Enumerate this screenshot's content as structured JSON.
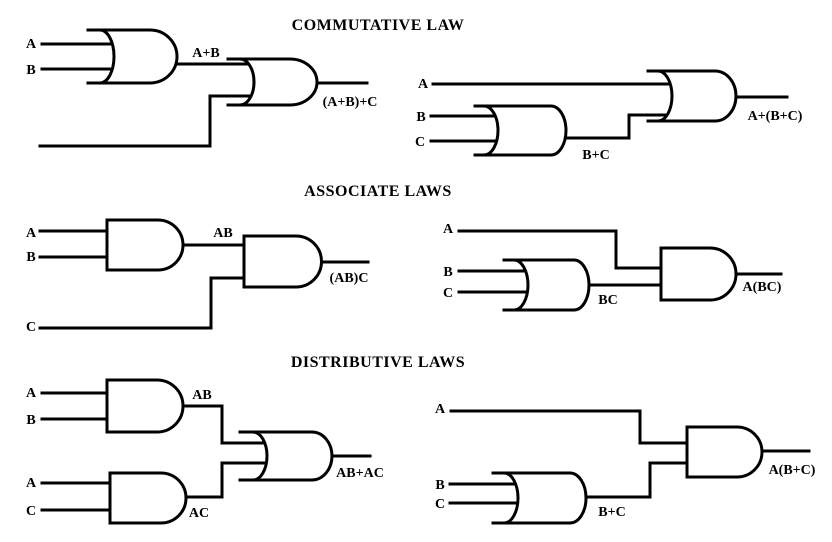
{
  "page": {
    "background": "#ffffff",
    "ink": "#000000"
  },
  "headings": [
    "COMMUTATIVE LAW",
    "ASSOCIATE LAWS",
    "DISTRIBUTIVE LAWS"
  ],
  "circuits": [
    {
      "id": "commutative-left",
      "law": "commutative",
      "gates": [
        "OR",
        "OR"
      ],
      "labels": {
        "in1": "A",
        "in2": "B",
        "mid": "A+B",
        "out": "(A+B)+C"
      }
    },
    {
      "id": "commutative-right",
      "law": "commutative",
      "gates": [
        "OR",
        "OR"
      ],
      "labels": {
        "in1": "A",
        "in2": "B",
        "in3": "C",
        "mid": "B+C",
        "out": "A+(B+C)"
      }
    },
    {
      "id": "associate-left",
      "law": "associate",
      "gates": [
        "AND",
        "AND"
      ],
      "labels": {
        "in1": "A",
        "in2": "B",
        "in3": "C",
        "mid": "AB",
        "out": "(AB)C"
      }
    },
    {
      "id": "associate-right",
      "law": "associate",
      "gates": [
        "OR",
        "AND"
      ],
      "labels": {
        "in1": "A",
        "in2": "B",
        "in3": "C",
        "mid": "BC",
        "out": "A(BC)"
      }
    },
    {
      "id": "distributive-left",
      "law": "distributive",
      "gates": [
        "AND",
        "AND",
        "OR"
      ],
      "labels": {
        "in1": "A",
        "in2": "B",
        "in3": "A",
        "in4": "C",
        "mid1": "AB",
        "mid2": "AC",
        "out": "AB+AC"
      }
    },
    {
      "id": "distributive-right",
      "law": "distributive",
      "gates": [
        "AND",
        "OR"
      ],
      "labels": {
        "in1": "A",
        "in2": "B",
        "in3": "C",
        "mid": "B+C",
        "out": "A(B+C)"
      }
    }
  ]
}
